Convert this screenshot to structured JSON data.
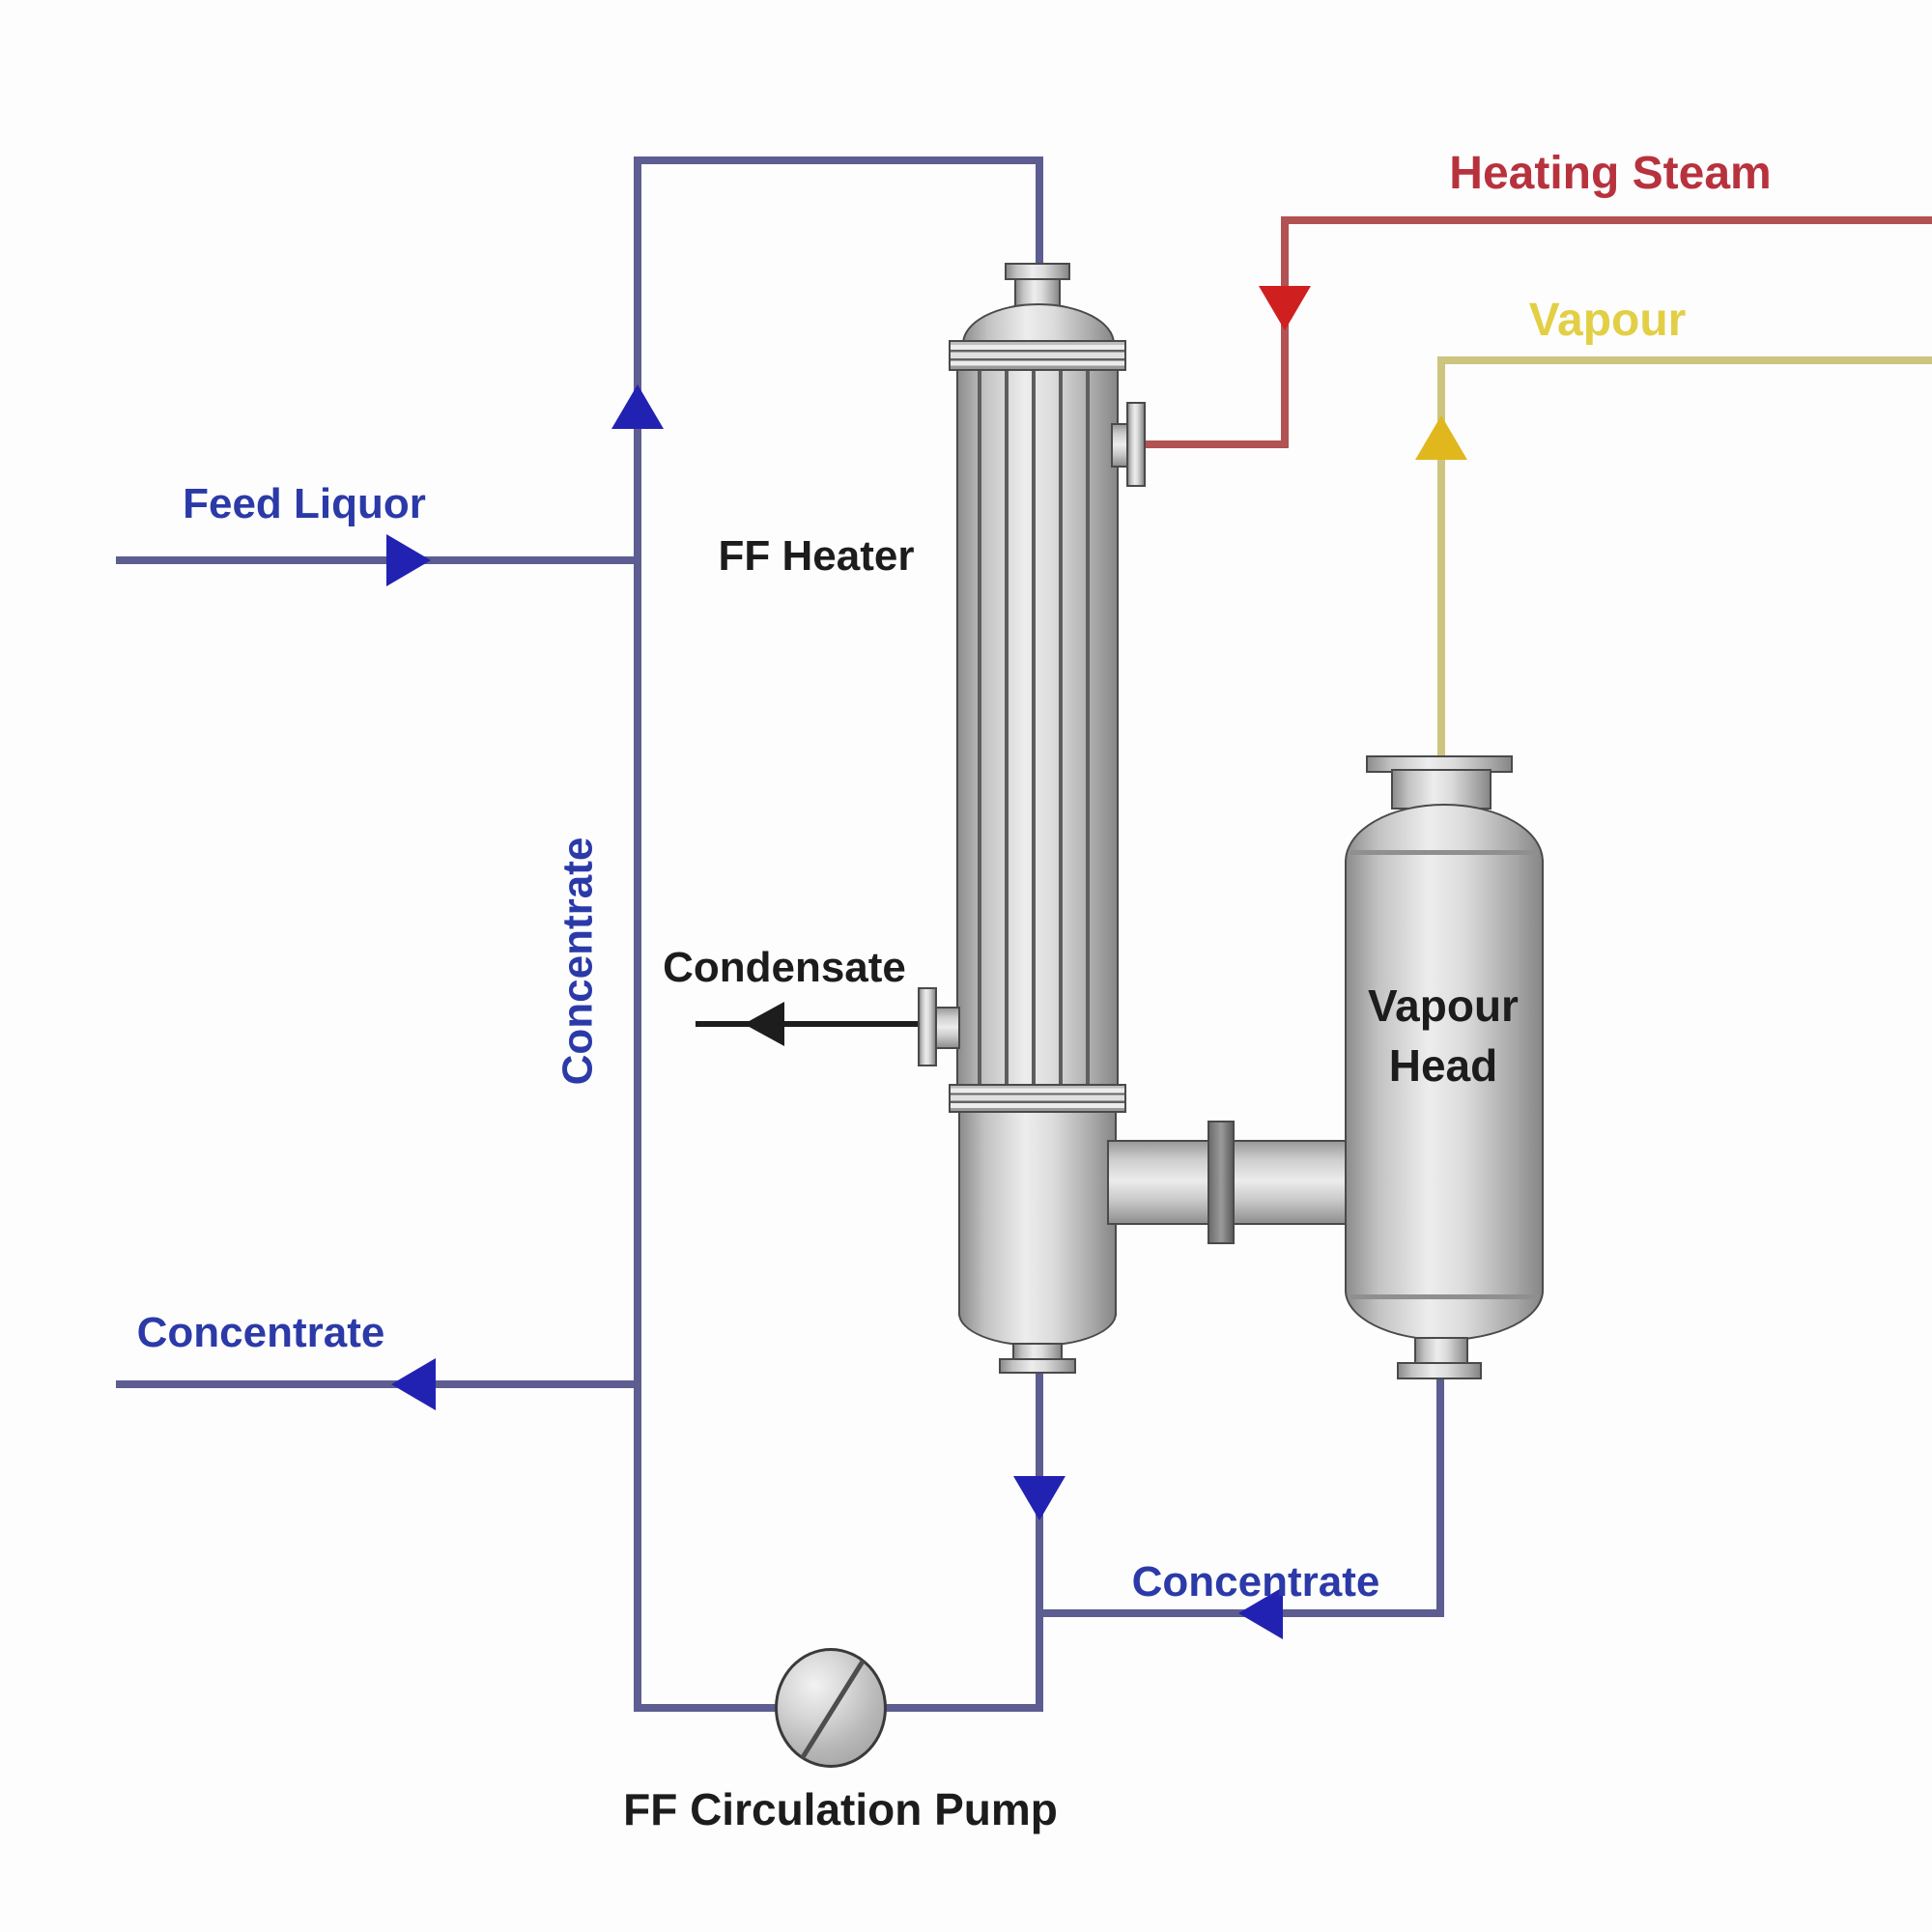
{
  "labels": {
    "feed_liquor": "Feed Liquor",
    "ff_heater": "FF Heater",
    "concentrate_riser": "Concentrate",
    "condensate": "Condensate",
    "heating_steam": "Heating Steam",
    "vapour": "Vapour",
    "vapour_head": "Vapour\nHead",
    "concentrate_out": "Concentrate",
    "concentrate_return": "Concentrate",
    "ff_circulation_pump": "FF Circulation Pump"
  },
  "colors": {
    "bg": "#fdfdfd",
    "pipe-blue": "#5d5d92",
    "arrow-blue": "#2222b2",
    "text-blue": "#2b3aa8",
    "pipe-red": "#b25252",
    "arrow-red": "#cf1f1f",
    "text-red": "#b8323e",
    "pipe-yellow": "#cdc47f",
    "arrow-yellow": "#e0b81e",
    "text-yellow": "#e2cf45",
    "pipe-black": "#1d1d1d",
    "text-black": "#1c1c1c",
    "outline": "#4a4a4a"
  }
}
